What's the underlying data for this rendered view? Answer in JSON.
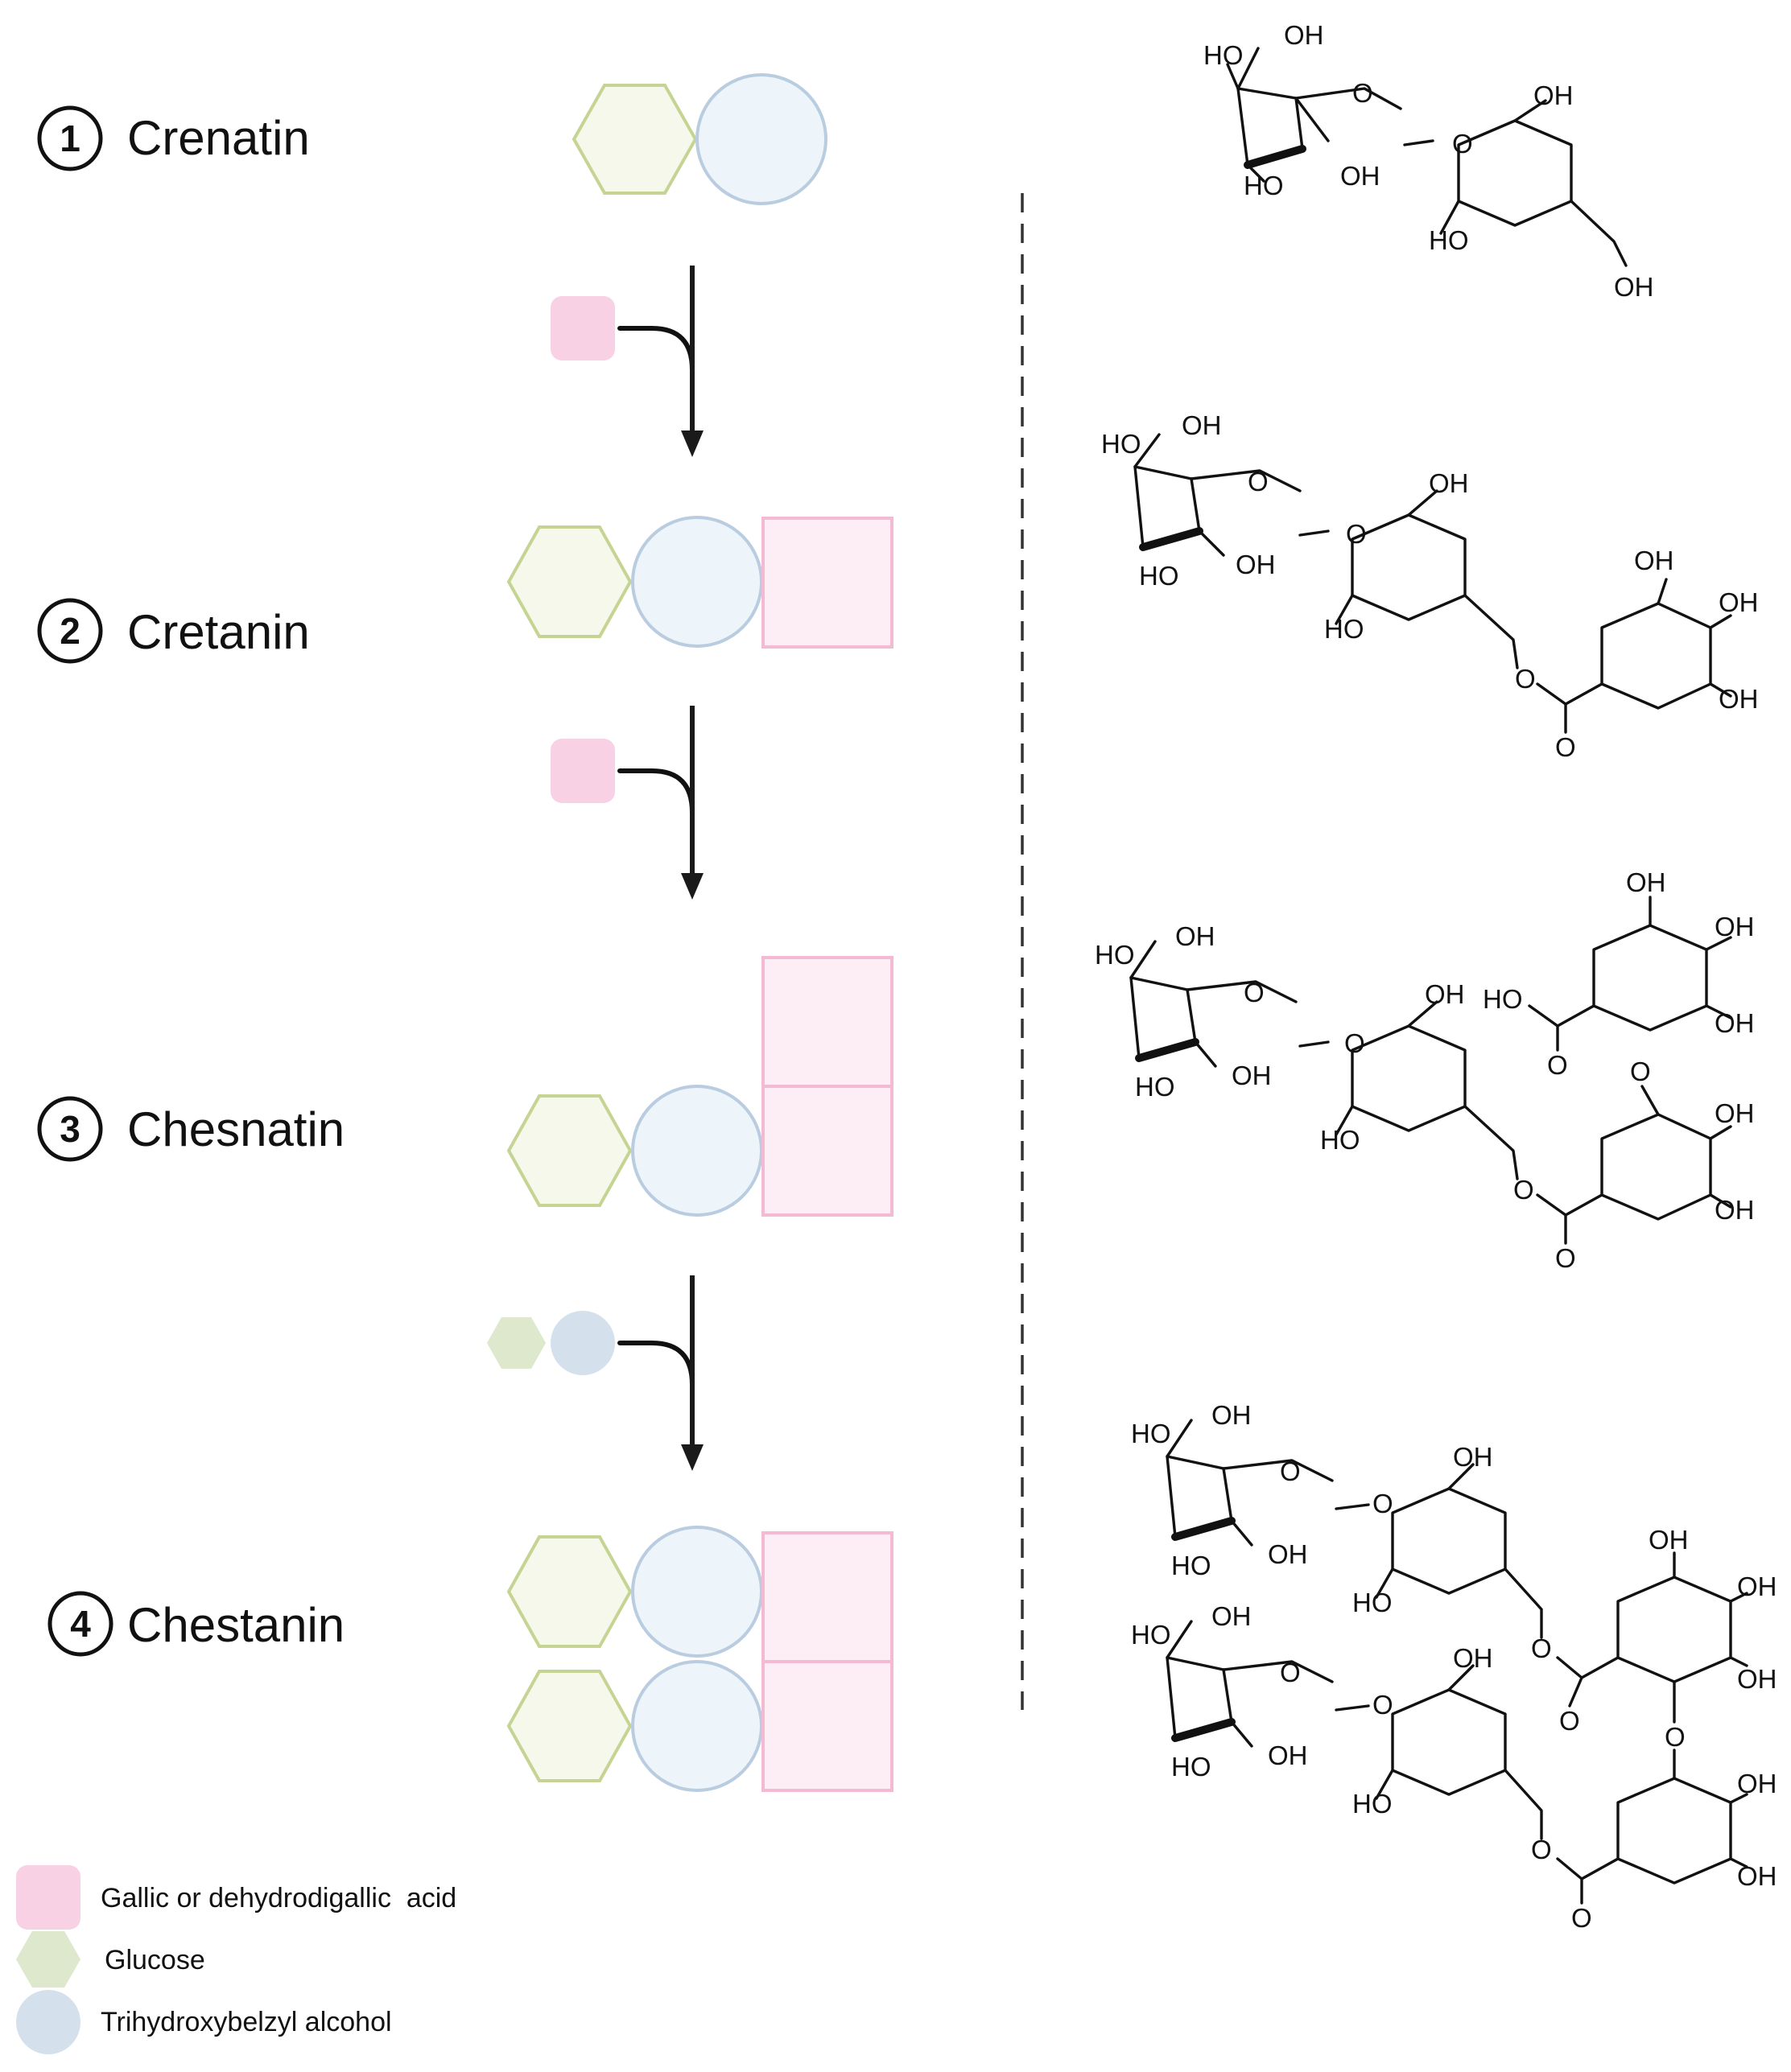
{
  "compounds": [
    {
      "number": "1",
      "name": "Crenatin"
    },
    {
      "number": "2",
      "name": "Cretanin"
    },
    {
      "number": "3",
      "name": "Chesnatin"
    },
    {
      "number": "4",
      "name": "Chestanin"
    }
  ],
  "legend": [
    {
      "label": "Gallic or dehydrodigallic  acid",
      "shape": "rounded-square",
      "color": "#f8d2e4"
    },
    {
      "label": "Glucose",
      "shape": "hexagon",
      "color": "#dde8cc"
    },
    {
      "label": "Trihydroxybelzyl alcohol",
      "shape": "circle",
      "color": "#d4e1ec"
    }
  ],
  "atom_labels": {
    "OH": "OH",
    "HO": "HO",
    "O": "O"
  },
  "colors": {
    "glucose_stroke": "#c5d492",
    "glucose_fill": "#f5f8ea",
    "alcohol_stroke": "#b9cce0",
    "alcohol_fill": "#eef5fa",
    "gallic_stroke": "#f4b9d3",
    "gallic_fill": "#fdeef6",
    "arrow": "#1a1a1a",
    "divider": "#333333"
  }
}
